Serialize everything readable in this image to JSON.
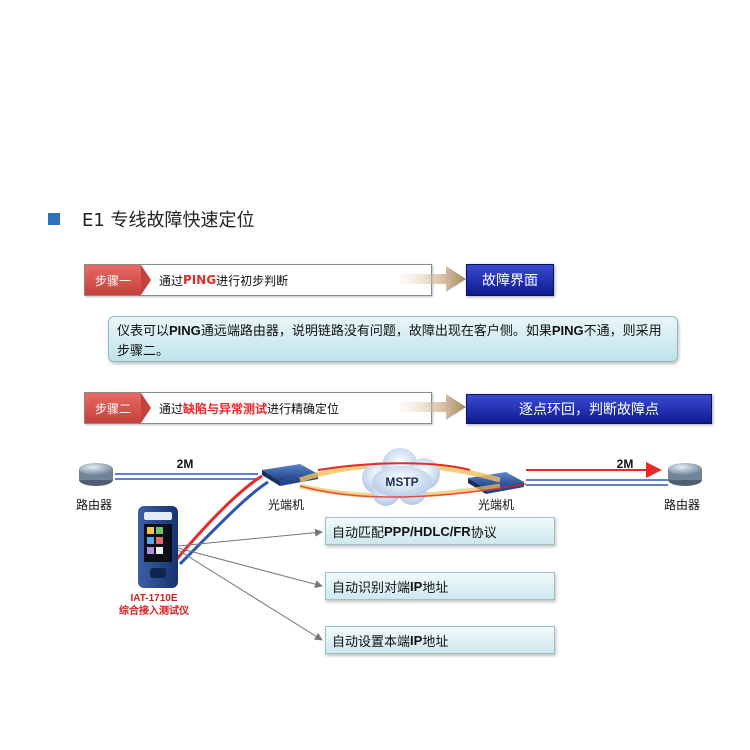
{
  "title": "E1 专线故障快速定位",
  "step1": {
    "label": "步骤一",
    "text_pre": "通过",
    "text_hl": "PING",
    "text_post": "进行初步判断",
    "result": "故障界面"
  },
  "info": {
    "t1": "仪表可以",
    "b1": "PING",
    "t2": "通远端路由器，说明链路没有问题，故障出现在客户侧。如果",
    "b2": "PING",
    "t3": "不通，则采用步骤二。"
  },
  "step2": {
    "label": "步骤二",
    "text_pre": "通过",
    "text_hl": "缺陷与异常测试",
    "text_post": "进行精确定位",
    "result": "逐点环回，判断故障点"
  },
  "diagram": {
    "router_left": "路由器",
    "router_right": "路由器",
    "optic_left": "光端机",
    "optic_right": "光端机",
    "cloud": "MSTP",
    "rate_left": "2M",
    "rate_right": "2M",
    "device_model": "IAT-1710E",
    "device_name": "综合接入测试仪"
  },
  "features": [
    {
      "t1": "自动匹配",
      "b": "PPP/HDLC/FR",
      "t2": "协议"
    },
    {
      "t1": "自动识别对端",
      "b": "IP",
      "t2": "地址"
    },
    {
      "t1": "自动设置本端",
      "b": "IP",
      "t2": "地址"
    }
  ],
  "colors": {
    "accent_red": "#e32b2b",
    "step_red": "#c6403c",
    "result_blue": "#0d1a90",
    "link_blue": "#2a56b8"
  }
}
